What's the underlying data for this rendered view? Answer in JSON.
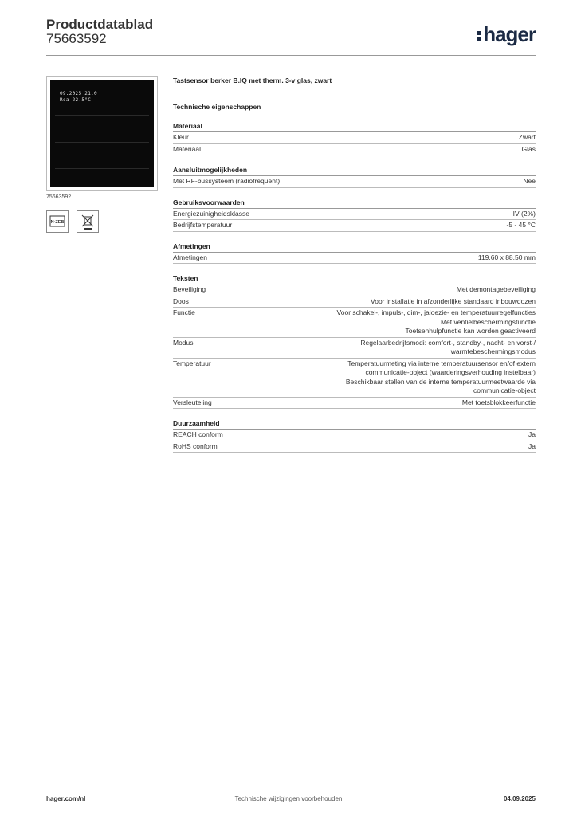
{
  "header": {
    "title": "Productdatablad",
    "number": "75663592",
    "logo": "hager"
  },
  "image": {
    "caption": "75663592",
    "display_line1": "09.2025   21.0",
    "display_line2": "Rca         22.5°C",
    "certs": [
      {
        "icon": "nzeb-energy-label-icon",
        "text": "N·ZEB"
      },
      {
        "icon": "weee-crossed-bin-icon",
        "text": ""
      }
    ]
  },
  "product_name": "Tastsensor berker B.IQ met therm. 3-v glas, zwart",
  "tech_heading": "Technische eigenschappen",
  "groups": [
    {
      "heading": "Materiaal",
      "rows": [
        {
          "key": "Kleur",
          "value": [
            "Zwart"
          ]
        },
        {
          "key": "Materiaal",
          "value": [
            "Glas"
          ]
        }
      ]
    },
    {
      "heading": "Aansluitmogelijkheden",
      "rows": [
        {
          "key": "Met RF-bussysteem (radiofrequent)",
          "value": [
            "Nee"
          ]
        }
      ]
    },
    {
      "heading": "Gebruiksvoorwaarden",
      "rows": [
        {
          "key": "Energiezuinigheidsklasse",
          "value": [
            "IV (2%)"
          ]
        },
        {
          "key": "Bedrijfstemperatuur",
          "value": [
            "-5 - 45 °C"
          ]
        }
      ]
    },
    {
      "heading": "Afmetingen",
      "rows": [
        {
          "key": "Afmetingen",
          "value": [
            "119.60 x 88.50 mm"
          ]
        }
      ]
    },
    {
      "heading": "Teksten",
      "rows": [
        {
          "key": "Beveiliging",
          "value": [
            "Met demontagebeveiliging"
          ]
        },
        {
          "key": "Doos",
          "value": [
            "Voor installatie in afzonderlijke standaard inbouwdozen"
          ]
        },
        {
          "key": "Functie",
          "value": [
            "Voor schakel-, impuls-, dim-, jaloezie- en temperatuurregelfuncties",
            "Met ventielbeschermingsfunctie",
            "Toetsenhulpfunctie kan worden geactiveerd"
          ]
        },
        {
          "key": "Modus",
          "value": [
            "Regelaarbedrijfsmodi: comfort-, standby-, nacht- en vorst-/",
            "warmtebeschermingsmodus"
          ]
        },
        {
          "key": "Temperatuur",
          "value": [
            "Temperatuurmeting via interne temperatuursensor en/of extern",
            "communicatie-object (waarderingsverhouding instelbaar)",
            "Beschikbaar stellen van de interne temperatuurmeetwaarde via",
            "communicatie-object"
          ]
        },
        {
          "key": "Versleuteling",
          "value": [
            "Met toetsblokkeerfunctie"
          ]
        }
      ]
    },
    {
      "heading": "Duurzaamheid",
      "rows": [
        {
          "key": "REACH conform",
          "value": [
            "Ja"
          ]
        },
        {
          "key": "RoHS conform",
          "value": [
            "Ja"
          ]
        }
      ]
    }
  ],
  "footer": {
    "left": "hager.com/nl",
    "middle": "Technische wijzigingen voorbehouden",
    "right": "04.09.2025"
  }
}
